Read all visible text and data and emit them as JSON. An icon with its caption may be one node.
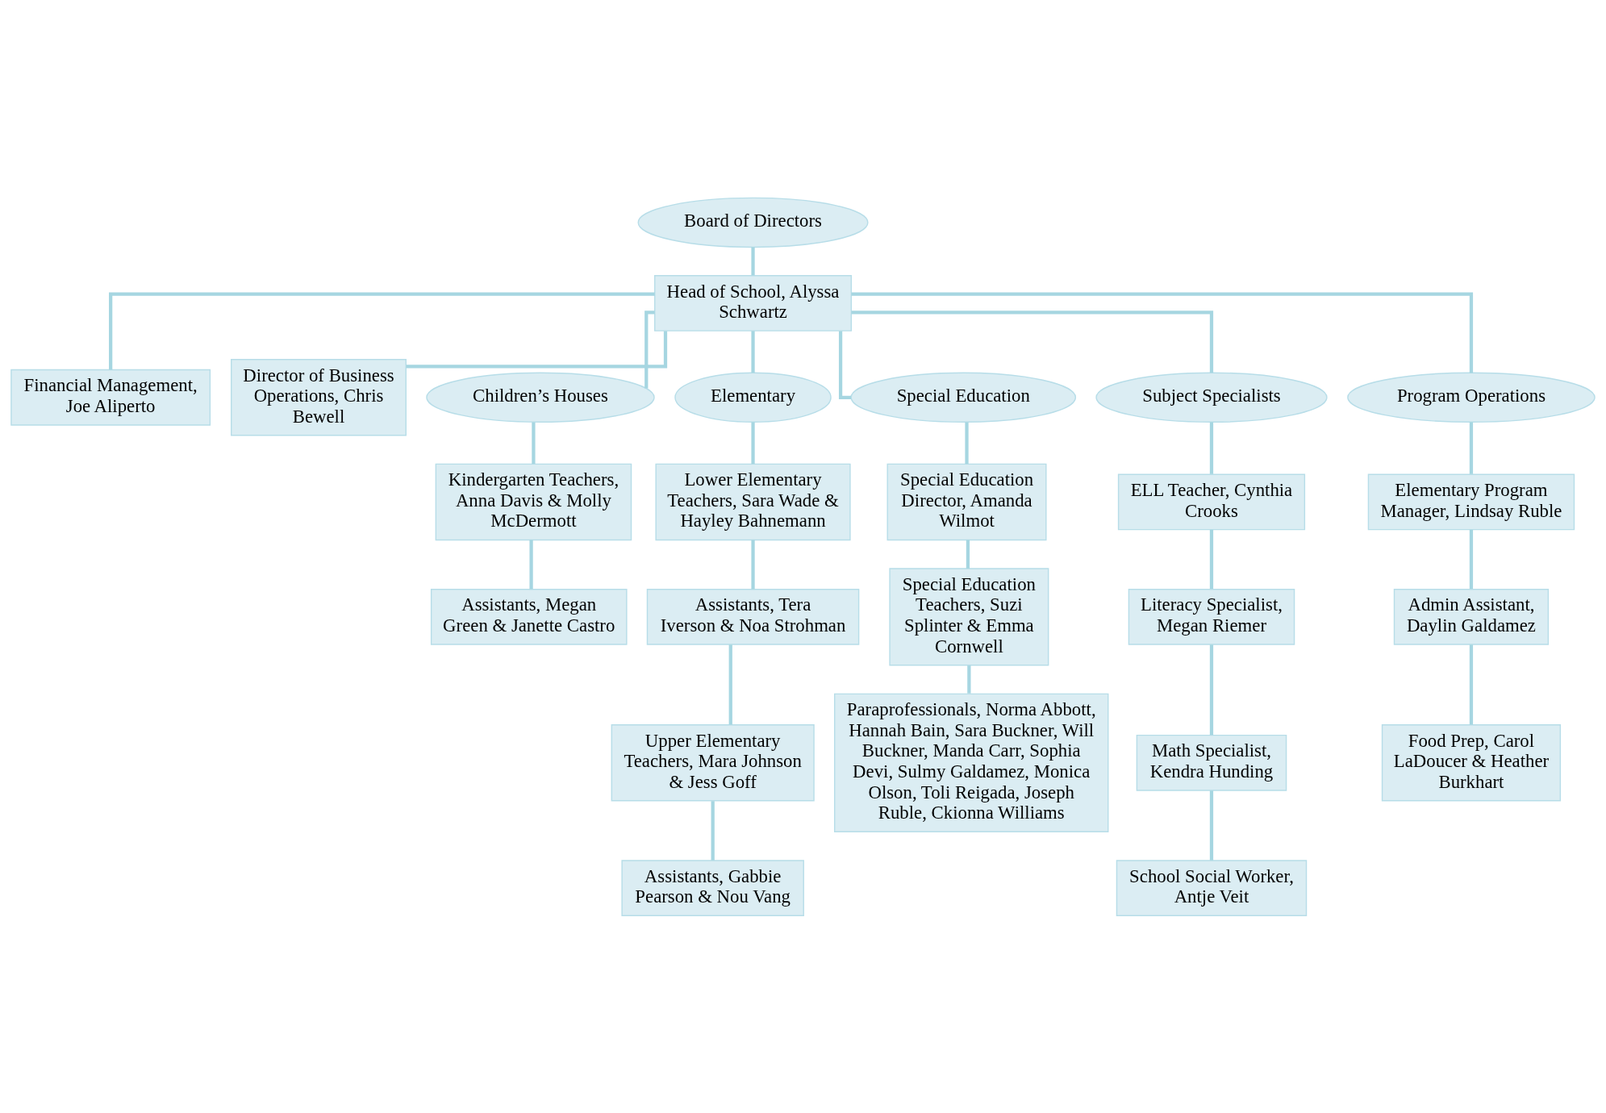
{
  "diagram": {
    "nodes": [
      {
        "text": [
          "Board of Directors"
        ]
      },
      {
        "text": [
          "Head of School, Alyssa Schwartz"
        ]
      },
      {
        "text": [
          "Financial Management, Joe Aliperto"
        ]
      },
      {
        "text": [
          "Director of Business Operations, Chris Bewell"
        ]
      },
      {
        "text": [
          "Children’s Houses"
        ]
      },
      {
        "text": [
          "Elementary"
        ]
      },
      {
        "text": [
          "Special Education"
        ]
      },
      {
        "text": [
          "Subject Specialists"
        ]
      },
      {
        "text": [
          "Program Operations"
        ]
      },
      {
        "text": [
          "Kindergarten Teachers, Anna Davis & Molly McDermott"
        ]
      },
      {
        "text": [
          "Assistants, Megan Green & Janette Castro"
        ]
      },
      {
        "text": [
          "Lower Elementary Teachers, Sara Wade & Hayley Bahnemann"
        ]
      },
      {
        "text": [
          "Assistants, Tera Iverson & Noa Strohman"
        ]
      },
      {
        "text": [
          "Upper Elementary Teachers, Mara Johnson & Jess Goff"
        ]
      },
      {
        "text": [
          "Assistants, Gabbie Pearson & Nou Vang"
        ]
      },
      {
        "text": [
          "Special Education Director, Amanda Wilmot"
        ]
      },
      {
        "text": [
          "Special Education Teachers, Suzi Splinter & Emma Cornwell"
        ]
      },
      {
        "text": [
          "Paraprofessionals, Norma Abbott, Hannah Bain, Sara Buckner, Will Buckner, Manda Carr, Sophia Devi, Sulmy Galdamez, Monica Olson, Toli Reigada, Joseph Ruble, Ckionna Williams"
        ]
      },
      {
        "text": [
          "ELL Teacher, Cynthia Crooks"
        ]
      },
      {
        "text": [
          "Literacy Specialist, Megan Riemer"
        ]
      },
      {
        "text": [
          "Math Specialist, Kendra Hunding"
        ]
      },
      {
        "text": [
          "School Social Worker, Antje Veit"
        ]
      },
      {
        "text": [
          "Elementary Program Manager, Lindsay Ruble"
        ]
      },
      {
        "text": [
          "Admin Assistant, Daylin Galdamez"
        ]
      },
      {
        "text": [
          "Food Prep, Carol LaDoucer & Heather Burkhart"
        ]
      }
    ],
    "edges": [
      {
        "from": 0,
        "to": 1,
        "arrow": "none"
      },
      {
        "from": 1,
        "to": 2,
        "arrow": "none"
      },
      {
        "from": 1,
        "to": 3,
        "arrow": "none"
      },
      {
        "from": 1,
        "to": 4,
        "arrow": "none"
      },
      {
        "from": 1,
        "to": 5,
        "arrow": "none"
      },
      {
        "from": 1,
        "to": 6,
        "arrow": "none"
      },
      {
        "from": 1,
        "to": 7,
        "arrow": "none"
      },
      {
        "from": 1,
        "to": 8,
        "arrow": "none"
      },
      {
        "from": 4,
        "to": 9,
        "arrow": "none"
      },
      {
        "from": 9,
        "to": 10,
        "arrow": "none"
      },
      {
        "from": 5,
        "to": 11,
        "arrow": "none"
      },
      {
        "from": 11,
        "to": 12,
        "arrow": "none"
      },
      {
        "from": 12,
        "to": 13,
        "arrow": "none"
      },
      {
        "from": 13,
        "to": 14,
        "arrow": "none"
      },
      {
        "from": 6,
        "to": 15,
        "arrow": "none"
      },
      {
        "from": 15,
        "to": 16,
        "arrow": "none"
      },
      {
        "from": 16,
        "to": 17,
        "arrow": "none"
      },
      {
        "from": 7,
        "to": 18,
        "arrow": "none"
      },
      {
        "from": 18,
        "to": 19,
        "arrow": "none"
      },
      {
        "from": 19,
        "to": 20,
        "arrow": "none"
      },
      {
        "from": 20,
        "to": 21,
        "arrow": "none"
      },
      {
        "from": 8,
        "to": 22,
        "arrow": "none"
      },
      {
        "from": 22,
        "to": 23,
        "arrow": "none"
      },
      {
        "from": 23,
        "to": 24,
        "arrow": "none"
      }
    ]
  }
}
